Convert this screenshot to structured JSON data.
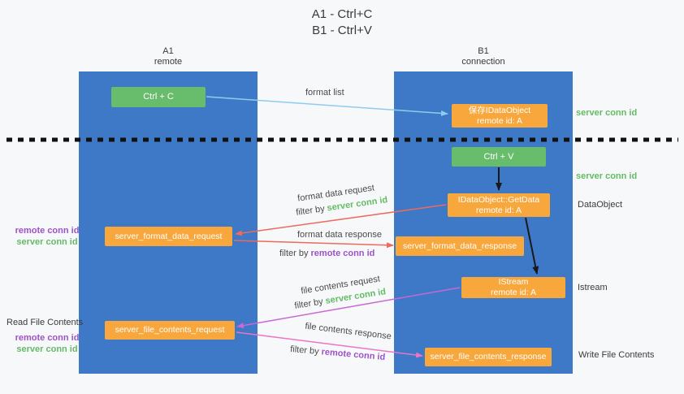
{
  "title": {
    "line1": "A1 - Ctrl+C",
    "line2": "B1 - Ctrl+V"
  },
  "lanes": {
    "left": {
      "name": "A1",
      "role": "remote"
    },
    "right": {
      "name": "B1",
      "role": "connection"
    }
  },
  "nodes": {
    "ctrl_c": {
      "label": "Ctrl + C"
    },
    "ctrl_v": {
      "label": "Ctrl + V"
    },
    "save_dataobject": {
      "line1": "保存IDataObject",
      "line2": "remote id: A"
    },
    "getdata": {
      "line1": "IDataObject::GetData",
      "line2": "remote id: A"
    },
    "istream": {
      "line1": "IStream",
      "line2": "remote id: A"
    },
    "format_request": {
      "label": "server_format_data_request"
    },
    "format_response": {
      "label": "server_format_data_response"
    },
    "file_request": {
      "label": "server_file_contents_request"
    },
    "file_response": {
      "label": "server_file_contents_response"
    }
  },
  "side_labels": {
    "server_conn_top": "server conn id",
    "server_conn_mid": "server conn id",
    "dataobject": "DataObject",
    "istream": "Istream",
    "read_file": "Read File Contents",
    "write_file": "Write File Contents",
    "left_pair1": {
      "remote": "remote conn id",
      "server": "server conn id"
    },
    "left_pair2": {
      "remote": "remote conn id",
      "server": "server conn id"
    }
  },
  "arrow_labels": {
    "format_list": "format list",
    "format_data_request": "format data request",
    "format_data_response": "format data response",
    "file_contents_request": "file contents request",
    "file_contents_response": "file contents response",
    "filter_by": "filter by ",
    "server_conn_id": "server conn id",
    "remote_conn_id": "remote conn id"
  },
  "colors": {
    "lane_blue": "#3d79c7",
    "green_box": "#68bd6c",
    "orange_box": "#f7a73c",
    "green_text": "#64bb66",
    "purple_text": "#9e52c9",
    "arrow_blue": "#90cbee",
    "arrow_red": "#ed6a5c",
    "arrow_violet": "#c868d4",
    "arrow_pink": "#ec74c4",
    "arrow_black": "#1a1a1a"
  }
}
